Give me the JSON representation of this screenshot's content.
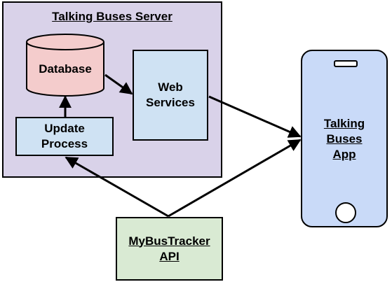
{
  "server": {
    "title": "Talking Buses Server"
  },
  "database": {
    "label": "Database"
  },
  "web_services": {
    "line1": "Web",
    "line2": "Services"
  },
  "update_process": {
    "line1": "Update",
    "line2": "Process"
  },
  "app": {
    "line1": "Talking",
    "line2": "Buses",
    "line3": "App"
  },
  "api": {
    "line1": "MyBusTracker",
    "line2": "API"
  },
  "colors": {
    "server_fill": "#d9d2e9",
    "database_fill": "#f4cccc",
    "service_fill": "#cfe2f3",
    "phone_fill": "#c9daf8",
    "api_fill": "#d9ead3"
  }
}
